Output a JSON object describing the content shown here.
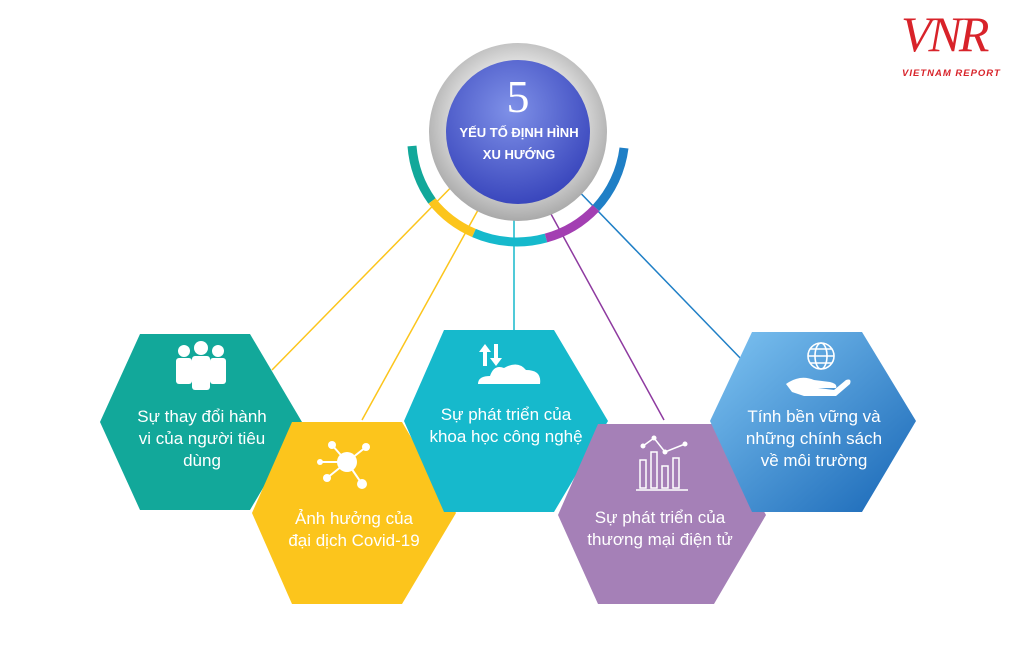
{
  "logo": {
    "mark": "VNR",
    "subtitle": "VIETNAM REPORT"
  },
  "center": {
    "number": "5",
    "text_line1": "YẾU TỐ ĐỊNH  HÌNH",
    "text_line2": "XU HƯỚNG"
  },
  "factors": [
    {
      "line1": "Sự thay đổi hành",
      "line2": "vi của người tiêu",
      "line3": "dùng",
      "icon": "people-icon",
      "color": "#12a89a"
    },
    {
      "line1": "Ảnh hưởng của",
      "line2": "đại dịch Covid-19",
      "icon": "molecule-icon",
      "color": "#fcc51c"
    },
    {
      "line1": "Sự phát triển của",
      "line2": "khoa học công nghệ",
      "icon": "cloud-transfer-icon",
      "color": "#16b9cc"
    },
    {
      "line1": "Sự phát triển của",
      "line2": "thương mại điện tử",
      "icon": "bar-chart-icon",
      "color": "#a580b7"
    },
    {
      "line1": "Tính bền vững và",
      "line2": "những chính sách",
      "line3": "về môi trường",
      "icon": "globe-hand-icon",
      "color": "#1f7fc6"
    }
  ]
}
